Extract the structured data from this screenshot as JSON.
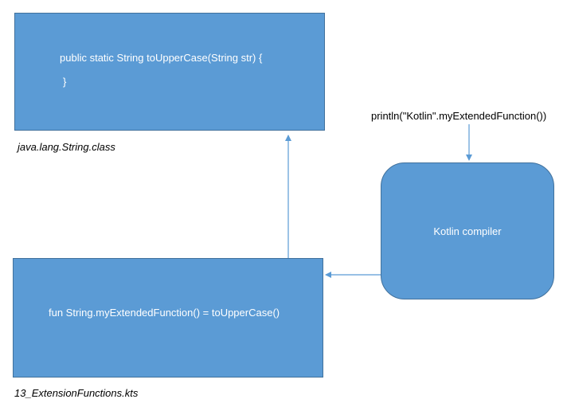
{
  "java_box": {
    "line1": "public static String toUpperCase(String str) {",
    "line2": "}"
  },
  "java_caption": "java.lang.String.class",
  "println_text": "println(\"Kotlin\".myExtendedFunction())",
  "compiler_label": "Kotlin compiler",
  "kts_box": {
    "line1": "fun String.myExtendedFunction() = toUpperCase()"
  },
  "kts_caption": "13_ExtensionFunctions.kts",
  "colors": {
    "box_fill": "#5b9bd5",
    "box_border": "#41719c",
    "arrow": "#5b9bd5"
  }
}
